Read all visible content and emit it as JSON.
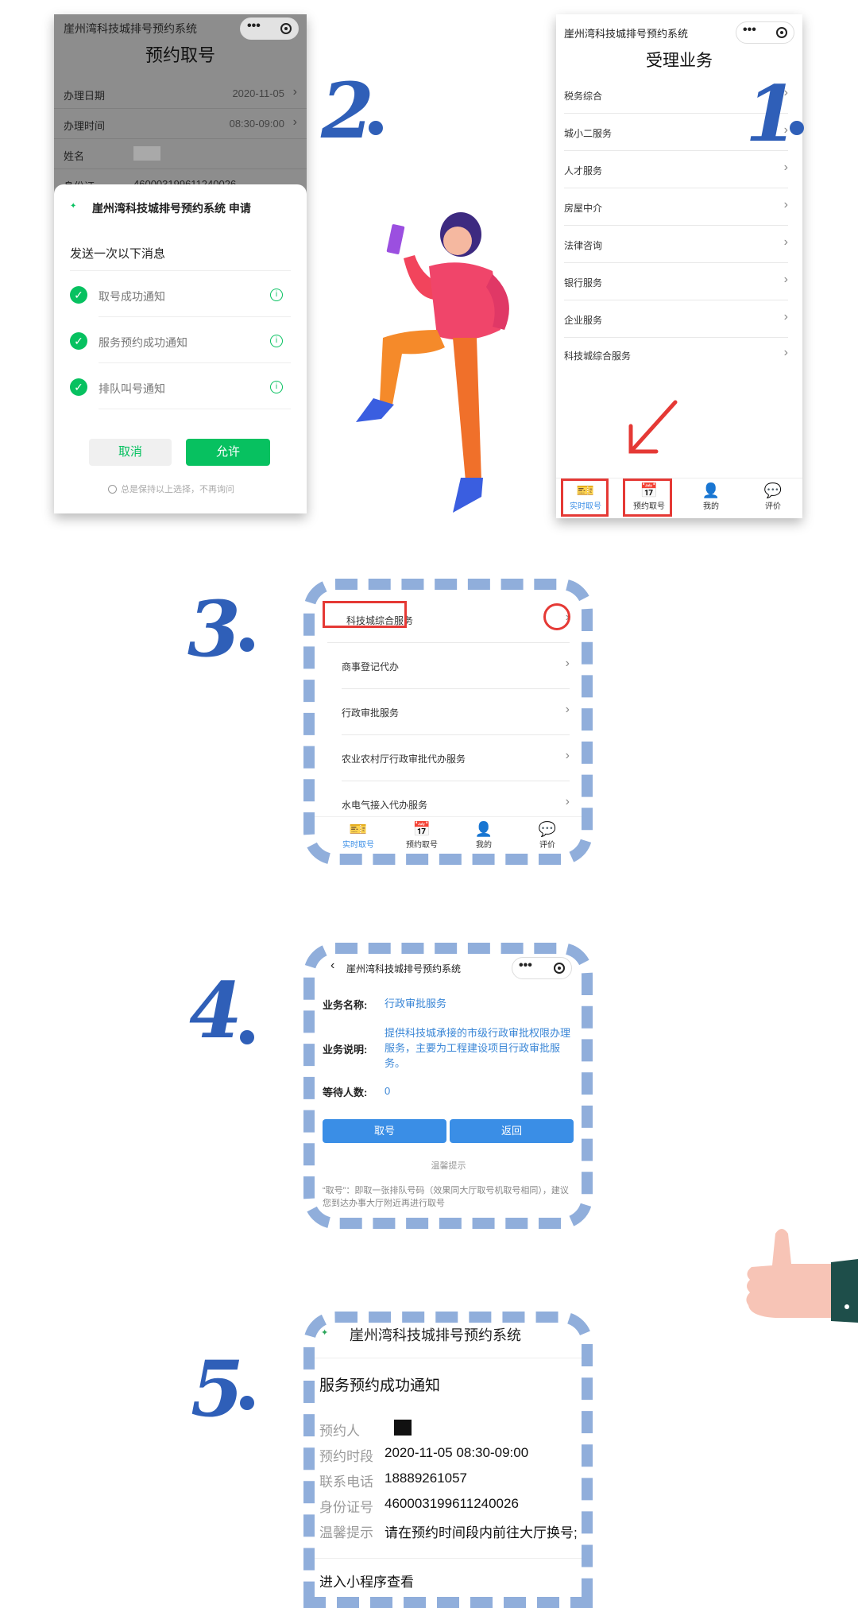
{
  "app_name": "崖州湾科技城排号预约系统",
  "steps": [
    "2",
    "1",
    "3",
    "4",
    "5"
  ],
  "screen2": {
    "page_title": "预约取号",
    "form": [
      {
        "label": "办理日期",
        "value": "2020-11-05"
      },
      {
        "label": "办理时间",
        "value": "08:30-09:00"
      },
      {
        "label": "姓名",
        "value": ""
      },
      {
        "label": "身份证",
        "value": "460003199611240026"
      }
    ],
    "sheet": {
      "title": "崖州湾科技城排号预约系统  申请",
      "subtitle": "发送一次以下消息",
      "options": [
        "取号成功通知",
        "服务预约成功通知",
        "排队叫号通知"
      ],
      "cancel": "取消",
      "allow": "允许",
      "remember": "总是保持以上选择，不再询问"
    }
  },
  "screen1": {
    "page_title": "受理业务",
    "items": [
      "税务综合",
      "城小二服务",
      "人才服务",
      "房屋中介",
      "法律咨询",
      "银行服务",
      "企业服务",
      "科技城综合服务"
    ]
  },
  "tabs": [
    "实时取号",
    "预约取号",
    "我的",
    "评价"
  ],
  "screen3": {
    "items": [
      "科技城综合服务",
      "商事登记代办",
      "行政审批服务",
      "农业农村厅行政审批代办服务",
      "水电气接入代办服务"
    ]
  },
  "screen4": {
    "name_label": "业务名称:",
    "name_value": "行政审批服务",
    "desc_label": "业务说明:",
    "desc_value": "提供科技城承接的市级行政审批权限办理服务，主要为工程建设项目行政审批服务。",
    "wait_label": "等待人数:",
    "wait_value": "0",
    "take_button": "取号",
    "back_button": "返回",
    "tip_title": "温馨提示",
    "tip_text": "“取号”：即取一张排队号码（效果同大厅取号机取号相同），建议您到达办事大厅附近再进行取号"
  },
  "screen5": {
    "notice_title": "服务预约成功通知",
    "fields": [
      {
        "label": "预约人",
        "value": ""
      },
      {
        "label": "预约时段",
        "value": "2020-11-05  08:30-09:00"
      },
      {
        "label": "联系电话",
        "value": "18889261057"
      },
      {
        "label": "身份证号",
        "value": "460003199611240026"
      },
      {
        "label": "温馨提示",
        "value": "请在预约时间段内前往大厅换号;"
      }
    ],
    "footer": "进入小程序查看"
  },
  "colors": {
    "accent_blue": "#3a8ee6",
    "wechat_green": "#07c160",
    "annotation_red": "#e53935",
    "handwriting_blue": "#2f5fb8"
  }
}
